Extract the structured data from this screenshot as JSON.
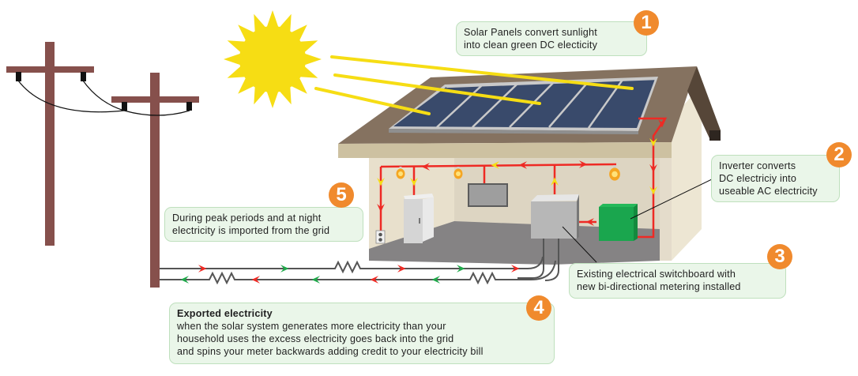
{
  "diagram": {
    "title": "Grid-connected solar power system",
    "colors": {
      "sun": "#f6dd14",
      "panel": "#394a6b",
      "roof": "#857260",
      "wire_flow": "#ee2a24",
      "flow_marker": "#f6dd14",
      "export_arrow": "#ee2a24",
      "import_arrow": "#1fa84a",
      "inverter": "#1aa64e",
      "pole": "#86504c",
      "badge": "#f08a2d",
      "callout_bg": "#eaf6e9"
    },
    "callouts": [
      {
        "number": "1",
        "lines": [
          "Solar Panels convert sunlight",
          "into clean green DC electicity"
        ]
      },
      {
        "number": "2",
        "lines": [
          "Inverter converts",
          "DC electriciy into",
          "useable AC electricity"
        ]
      },
      {
        "number": "3",
        "lines": [
          "Existing electrical switchboard with",
          "new bi-directional metering installed"
        ]
      },
      {
        "number": "4",
        "title": "Exported electricity",
        "lines": [
          "when the solar system generates more electricity than your",
          "household uses the excess electricity goes back into the grid",
          "and spins your meter backwards adding credit to your electricity bill"
        ]
      },
      {
        "number": "5",
        "lines": [
          "During peak periods and at night",
          "electricity is imported from the grid"
        ]
      }
    ],
    "components": {
      "sun": "sun-icon",
      "solar_panels": "solar-panel-array",
      "inverter": "inverter-box",
      "switchboard": "switchboard-meter",
      "grid": "utility-poles",
      "appliances": [
        "light-bulb",
        "light-bulb",
        "light-bulb",
        "refrigerator",
        "television",
        "power-outlet"
      ]
    }
  }
}
